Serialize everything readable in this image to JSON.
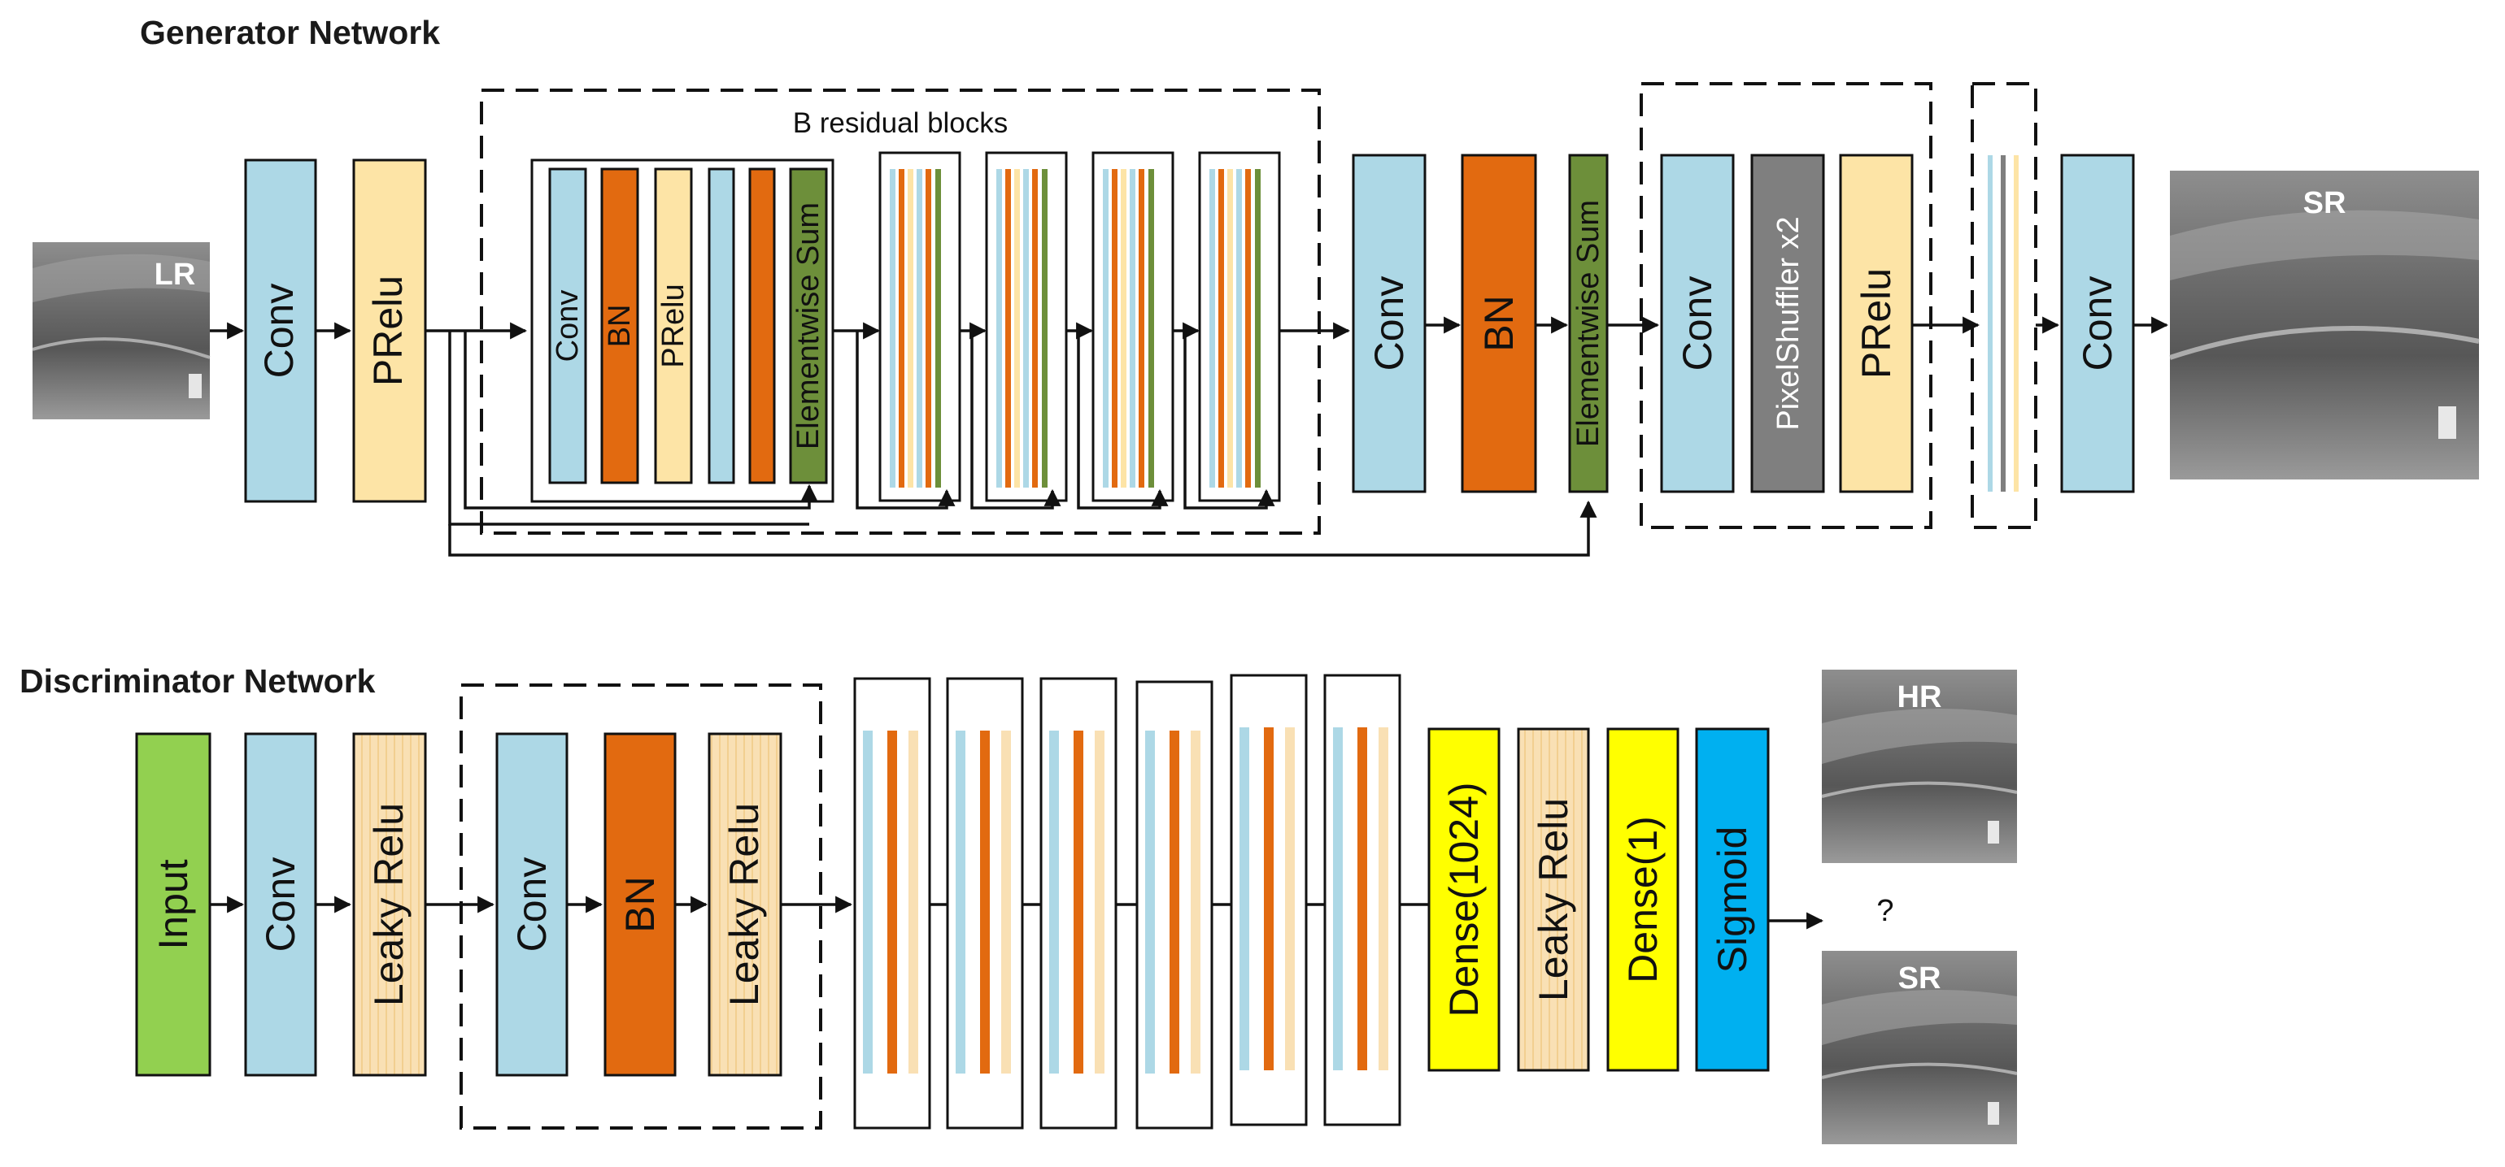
{
  "generator": {
    "title": "Generator Network",
    "lr_label": "LR",
    "sr_label": "SR",
    "conv1": "Conv",
    "prelu1": "PRelu",
    "group_label": "B residual blocks",
    "res_block": {
      "conv": "Conv",
      "bn": "BN",
      "prelu": "PRelu",
      "sum": "Elementwise Sum"
    },
    "conv2": "Conv",
    "bn2": "BN",
    "sum2": "Elementwise Sum",
    "up_conv": "Conv",
    "pixel_shuffler": "PixelShuffler x2",
    "up_prelu": "PRelu",
    "final_conv": "Conv"
  },
  "discriminator": {
    "title": "Discriminator Network",
    "input": "Input",
    "conv": "Conv",
    "leaky1": "Leaky Relu",
    "blk_conv": "Conv",
    "blk_bn": "BN",
    "blk_leaky": "Leaky Relu",
    "dense1024": "Dense(1024)",
    "leaky2": "Leaky Relu",
    "dense1": "Dense(1)",
    "sigmoid": "Sigmoid",
    "question": "?",
    "hr_label": "HR",
    "sr_label": "SR"
  },
  "colors": {
    "conv": "#add8e6",
    "bn": "#e26a10",
    "prelu": "#fde4a6",
    "sum": "#6d8f3a",
    "pixel_shuffler": "#7f7f7f",
    "input": "#92d050",
    "leaky": "#f9e0b4",
    "dense": "#ffff00",
    "sigmoid": "#00b0f0"
  }
}
